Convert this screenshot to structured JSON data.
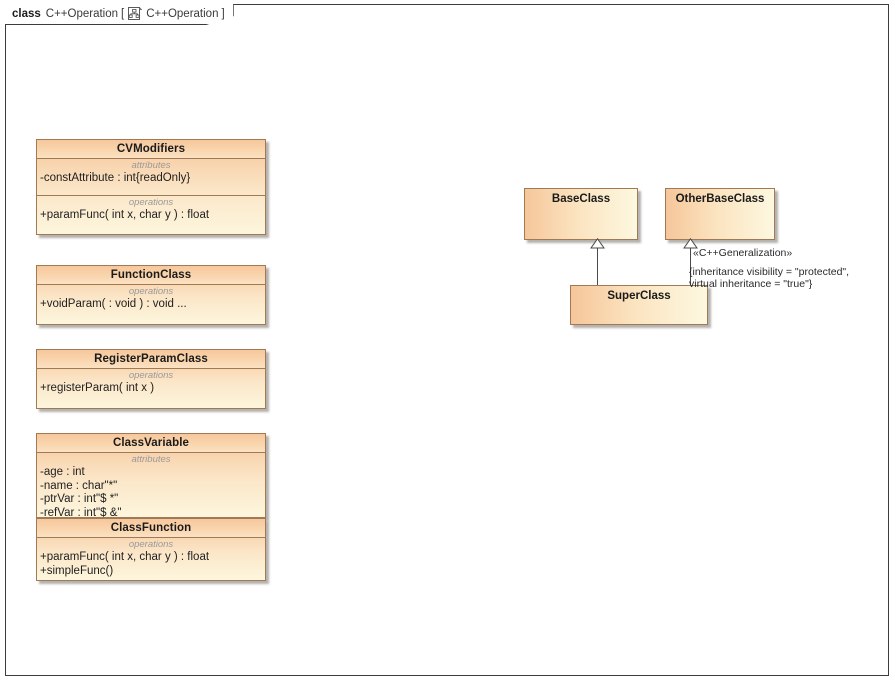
{
  "frame": {
    "keyword": "class",
    "name": "C++Operation",
    "bracket_open": "[",
    "bracket_close": "]",
    "icon_label": "C++Operation",
    "icon_name": "class-diagram-icon"
  },
  "labels": {
    "attributes": "attributes",
    "operations": "operations"
  },
  "classes": [
    {
      "id": "cvmodifiers",
      "title": "CVModifiers",
      "attributes": [
        "-constAttribute : int{readOnly}"
      ],
      "operations": [
        "+paramFunc( int x, char y ) : float"
      ]
    },
    {
      "id": "functionclass",
      "title": "FunctionClass",
      "attributes": [],
      "operations": [
        "+voidParam(  : void ) : void ..."
      ]
    },
    {
      "id": "registerparamclass",
      "title": "RegisterParamClass",
      "attributes": [],
      "operations": [
        "+registerParam( int x )"
      ]
    },
    {
      "id": "classvariable",
      "title": "ClassVariable",
      "attributes": [
        "-age : int",
        "-name : char\"*\"",
        "-ptrVar : int\"$ *\"",
        "-refVar : int\"$ &\""
      ],
      "operations": []
    },
    {
      "id": "classfunction",
      "title": "ClassFunction",
      "attributes": [],
      "operations": [
        "+paramFunc( int x, char y ) : float",
        "+simpleFunc()"
      ]
    }
  ],
  "plain_classes": [
    {
      "id": "baseclass",
      "title": "BaseClass"
    },
    {
      "id": "otherbaseclass",
      "title": "OtherBaseClass"
    },
    {
      "id": "superclass",
      "title": "SuperClass"
    }
  ],
  "annotation": {
    "stereotype": "«C++Generalization»",
    "constraint_line1": "{inheritance visibility = \"protected\",",
    "constraint_line2": "virtual inheritance = \"true\"}"
  },
  "colors": {
    "box_border": "#a07a55",
    "box_fill_top": "#f6c69a",
    "box_fill_bottom": "#fdf6dd",
    "connector": "#4a4a4a",
    "frame_border": "#3c3c3c",
    "compartment_label": "#9a9a9a"
  }
}
